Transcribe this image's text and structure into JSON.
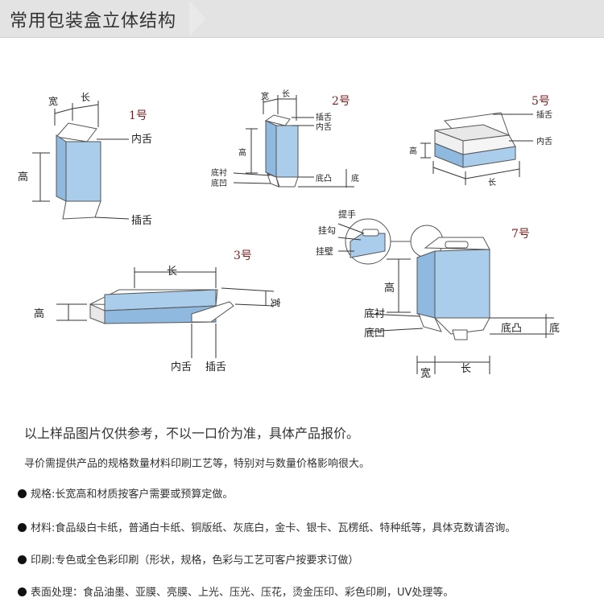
{
  "header": {
    "title": "常用包装盒立体结构"
  },
  "figures": {
    "box1": {
      "number": "1号",
      "width": "宽",
      "length": "长",
      "height": "高",
      "inner_tongue": "内舌",
      "insert_tongue": "插舌"
    },
    "box2": {
      "number": "2号",
      "width": "宽",
      "length": "长",
      "height": "高",
      "insert_tongue": "插舌",
      "inner_tongue": "内舌",
      "bottom_liner": "底衬",
      "bottom_notch": "底凹",
      "bottom_tab": "底凸",
      "bottom": "底"
    },
    "box3": {
      "number": "3号",
      "length": "长",
      "height": "高",
      "width": "宽",
      "inner_tongue": "内舌",
      "insert_tongue": "插舌"
    },
    "box5": {
      "number": "5号",
      "insert_tongue": "插舌",
      "inner_tongue": "内舌",
      "height": "高",
      "length": "长"
    },
    "box7": {
      "number": "7号",
      "handle": "提手",
      "hook": "挂勾",
      "hang_wall": "挂壁",
      "height": "高",
      "bottom_liner": "底衬",
      "bottom_notch": "底凹",
      "bottom_tab": "底凸",
      "bottom": "底",
      "width": "宽",
      "length": "长"
    }
  },
  "notes": {
    "main": "以上样品图片仅供参考，不以一口价为准，具体产品报价。",
    "sub": "寻价需提供产品的规格数量材料印刷工艺等，特别对与数量价格影响很大。",
    "specs": [
      "规格:长宽高和材质按客户需要或预算定做。",
      "材料:食品级白卡纸，普通白卡纸、铜版纸、灰底白，金卡、银卡、瓦楞纸、特种纸等，具体克数请咨询。",
      "印刷:专色或全色彩印刷（形状，规格，色彩与工艺可客户按要求订做）",
      "表面处理：食品油墨、亚膜、亮膜、上光、压光、压花，烫金压印、彩色印刷，UV处理等。"
    ]
  },
  "colors": {
    "box_face": "#a9cdea",
    "box_side": "#8fb9de",
    "header_bg": "#e3e3e3"
  }
}
